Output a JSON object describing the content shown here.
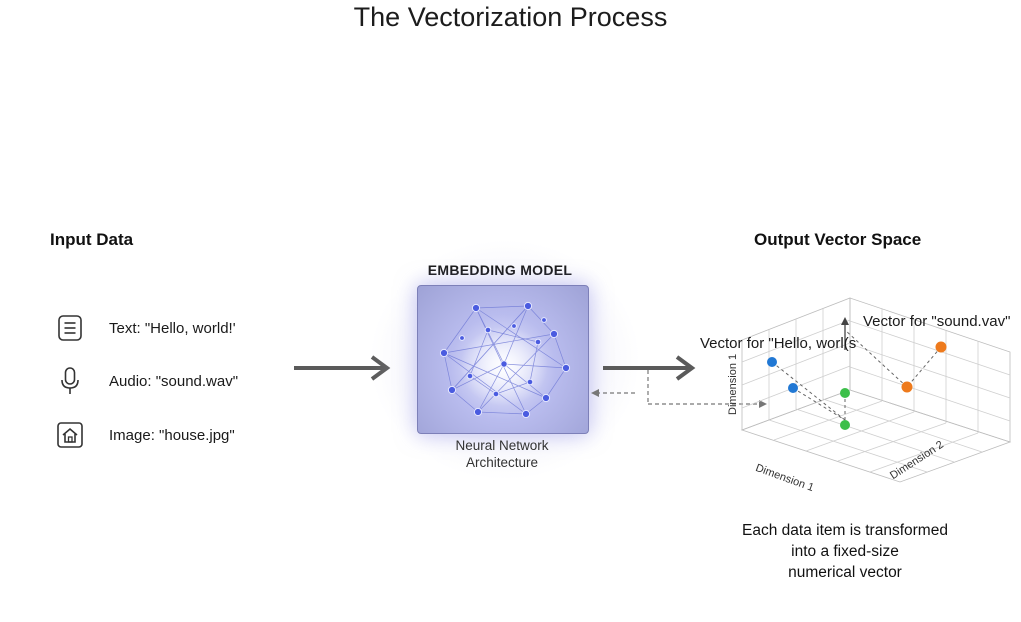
{
  "title": "The Vectorization Process",
  "input": {
    "heading": "Input Data",
    "items": [
      {
        "icon": "document-icon",
        "label": "Text: \"Hello, world!'"
      },
      {
        "icon": "microphone-icon",
        "label": "Audio: \"sound.wav\""
      },
      {
        "icon": "image-house-icon",
        "label": "Image: \"house.jpg\""
      }
    ]
  },
  "model": {
    "heading": "EMBEDDING MODEL",
    "caption_line1": "Neural Network",
    "caption_line2": "Architecture"
  },
  "output": {
    "heading": "Output Vector Space",
    "vector_label_1": "Vector for \"Hello, worl(s",
    "vector_label_2": "Vector for \"sound.vav\"",
    "axis_x": "Dimension 1",
    "axis_y": "Dimension 2",
    "axis_z": "Dimension 1",
    "point_colors": {
      "text": "#2178d4",
      "image": "#3cbf4a",
      "audio": "#ee7a1c"
    }
  },
  "footer": {
    "line1": "Each data item is transformed",
    "line2": "into a fixed-size",
    "line3": "numerical vector"
  },
  "colors": {
    "arrow": "#5a5a5a",
    "node": "#4a5be0",
    "edge": "#7b83d8"
  }
}
